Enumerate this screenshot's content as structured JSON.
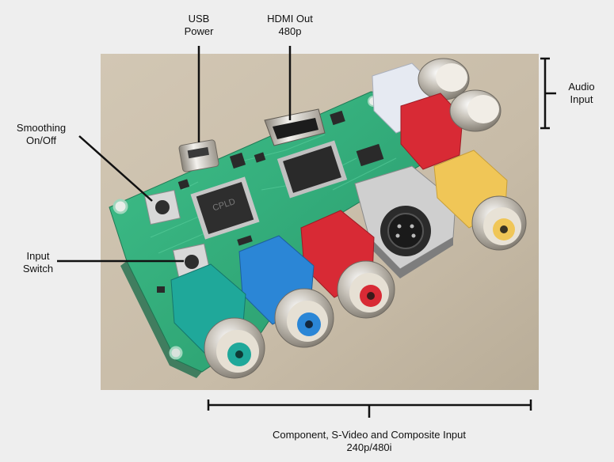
{
  "labels": {
    "usb_power": [
      "USB",
      "Power"
    ],
    "hdmi_out": [
      "HDMI Out",
      "480p"
    ],
    "smoothing": [
      "Smoothing",
      "On/Off"
    ],
    "input_switch": [
      "Input",
      "Switch"
    ],
    "audio_input": [
      "Audio",
      "Input"
    ],
    "component": [
      "Component, S-Video and Composite Input",
      "240p/480i"
    ]
  },
  "board_text": {
    "chip_mark": "CPLD"
  },
  "colors": {
    "background": "#eeeeee",
    "photo_backdrop": "#cbbfaa",
    "pcb_green": "#34b37e",
    "jack_teal": "#1fa89a",
    "jack_blue": "#2b86d6",
    "jack_red": "#d82a35",
    "jack_yellow": "#f0c657",
    "jack_white": "#e6eaf2",
    "svideo_gray": "#c9c9c9",
    "annotation_line": "#111111"
  }
}
